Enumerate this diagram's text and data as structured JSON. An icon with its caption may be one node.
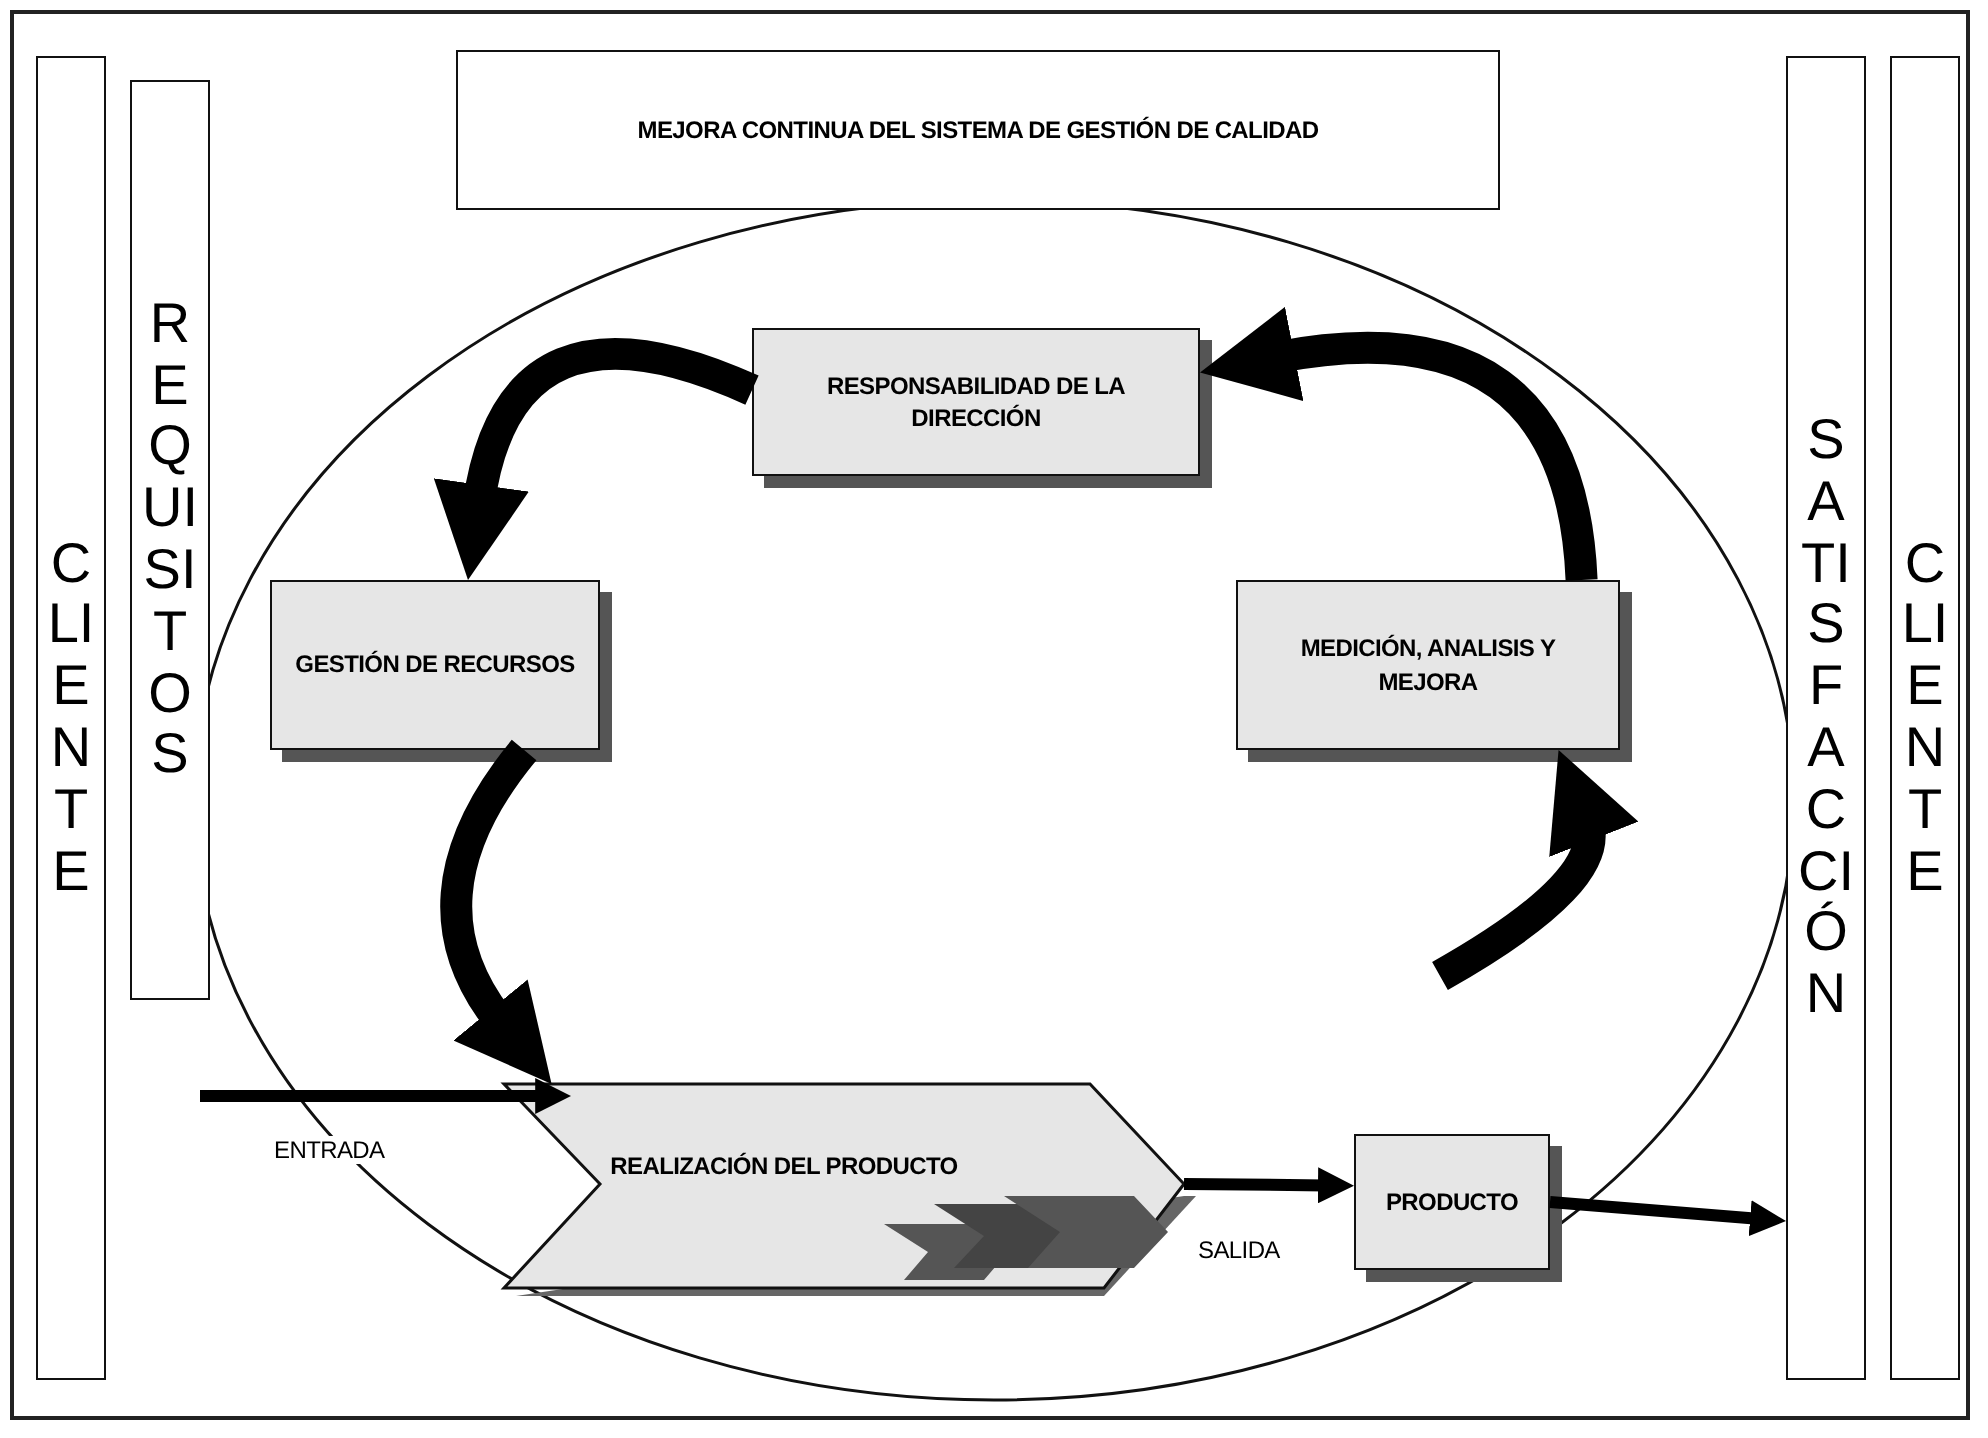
{
  "diagram": {
    "nodes": [
      {
        "text": [
          "CLIENTE"
        ]
      },
      {
        "text": [
          "REQUISITOS"
        ]
      },
      {
        "text": [
          "MEJORA CONTINUA DEL SISTEMA DE GESTIÓN DE CALIDAD"
        ]
      },
      {
        "text": [
          "RESPONSABILIDAD DE LA DIRECCIÓN"
        ]
      },
      {
        "text": [
          "GESTIÓN DE RECURSOS"
        ]
      },
      {
        "text": [
          "MEDICIÓN, ANALISIS Y MEJORA"
        ]
      },
      {
        "text": [
          "REALIZACIÓN DEL PRODUCTO"
        ]
      },
      {
        "text": [
          "PRODUCTO"
        ]
      },
      {
        "text": [
          "SATISFACCIÓN"
        ]
      },
      {
        "text": [
          "CLIENTE"
        ]
      }
    ],
    "edges": [
      {
        "from": 3,
        "to": 4,
        "arrow": "to"
      },
      {
        "from": 4,
        "to": 6,
        "arrow": "to"
      },
      {
        "from": null,
        "to": 5,
        "arrow": "to"
      },
      {
        "from": 5,
        "to": 3,
        "arrow": "to"
      },
      {
        "from": null,
        "to": 6,
        "arrow": "to",
        "label": "ENTRADA"
      },
      {
        "from": 6,
        "to": 7,
        "arrow": "to",
        "label": "SALIDA"
      },
      {
        "from": 7,
        "to": 8,
        "arrow": "to"
      }
    ]
  }
}
